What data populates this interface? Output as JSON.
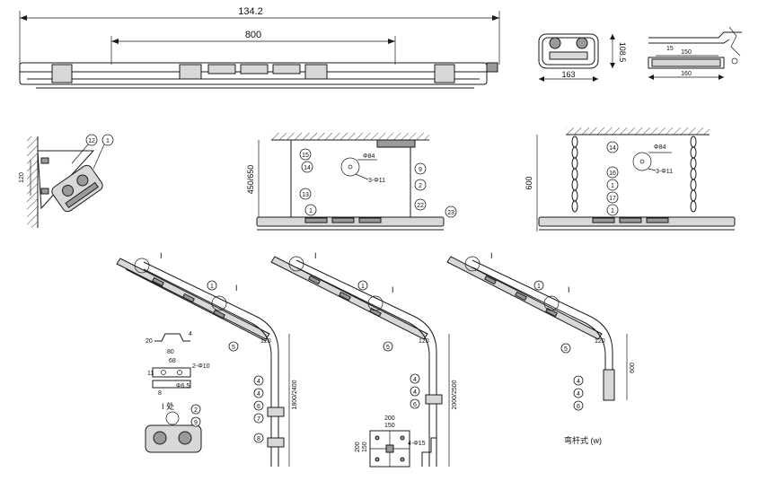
{
  "dims": {
    "overall_length": "134.2",
    "mount_span": "800",
    "width": "163",
    "height": "108.5",
    "side_a": "150",
    "side_b": "160",
    "side_c": "15",
    "wall_120": "120",
    "ceiling_hang": "450/650",
    "chain_hang": "600",
    "pole_h1": "1800/2400",
    "pole_h2": "2000/2500",
    "pole_h3": "600"
  },
  "callouts": {
    "phi84": "Φ84",
    "holes": "3-Φ11",
    "base_holes": "4-Φ15",
    "bracket_holes": "2-Φ10",
    "bracket_phi": "Φ6.5",
    "base_200a": "200",
    "base_150a": "150",
    "base_200b": "200",
    "base_150b": "150",
    "br_80": "80",
    "br_68": "68",
    "br_11": "11",
    "br_20": "20",
    "br_8": "8",
    "br_4": "4",
    "detail_I": "I 处",
    "pole_caption": "弯杆式 (w)",
    "bend_r": "120",
    "I": "I",
    "hang_150": "150",
    "foot_200": "200",
    "foot_120": "120"
  },
  "balloons": {
    "wall_12": "12",
    "wall_1": "1",
    "c_15": "15",
    "c_14": "14",
    "c_13": "13",
    "c_1": "1",
    "c_9": "9",
    "c_2": "2",
    "c_22": "22",
    "c_23": "23",
    "ch_14": "14",
    "ch_16": "16",
    "ch_1a": "1",
    "ch_17": "17",
    "ch_1b": "1",
    "p1_1": "1",
    "p1_5": "5",
    "p1_4a": "4",
    "p1_4b": "4",
    "p1_6": "6",
    "p1_7": "7",
    "p1_8": "8",
    "p2_1": "1",
    "p2_5": "5",
    "p2_4": "4",
    "p2_4b": "4",
    "p2_6": "6",
    "p3_1": "1",
    "p3_5": "5",
    "p3_4a": "4",
    "p3_4b": "4",
    "p3_6": "6",
    "det_2": "2",
    "det_9": "9"
  }
}
